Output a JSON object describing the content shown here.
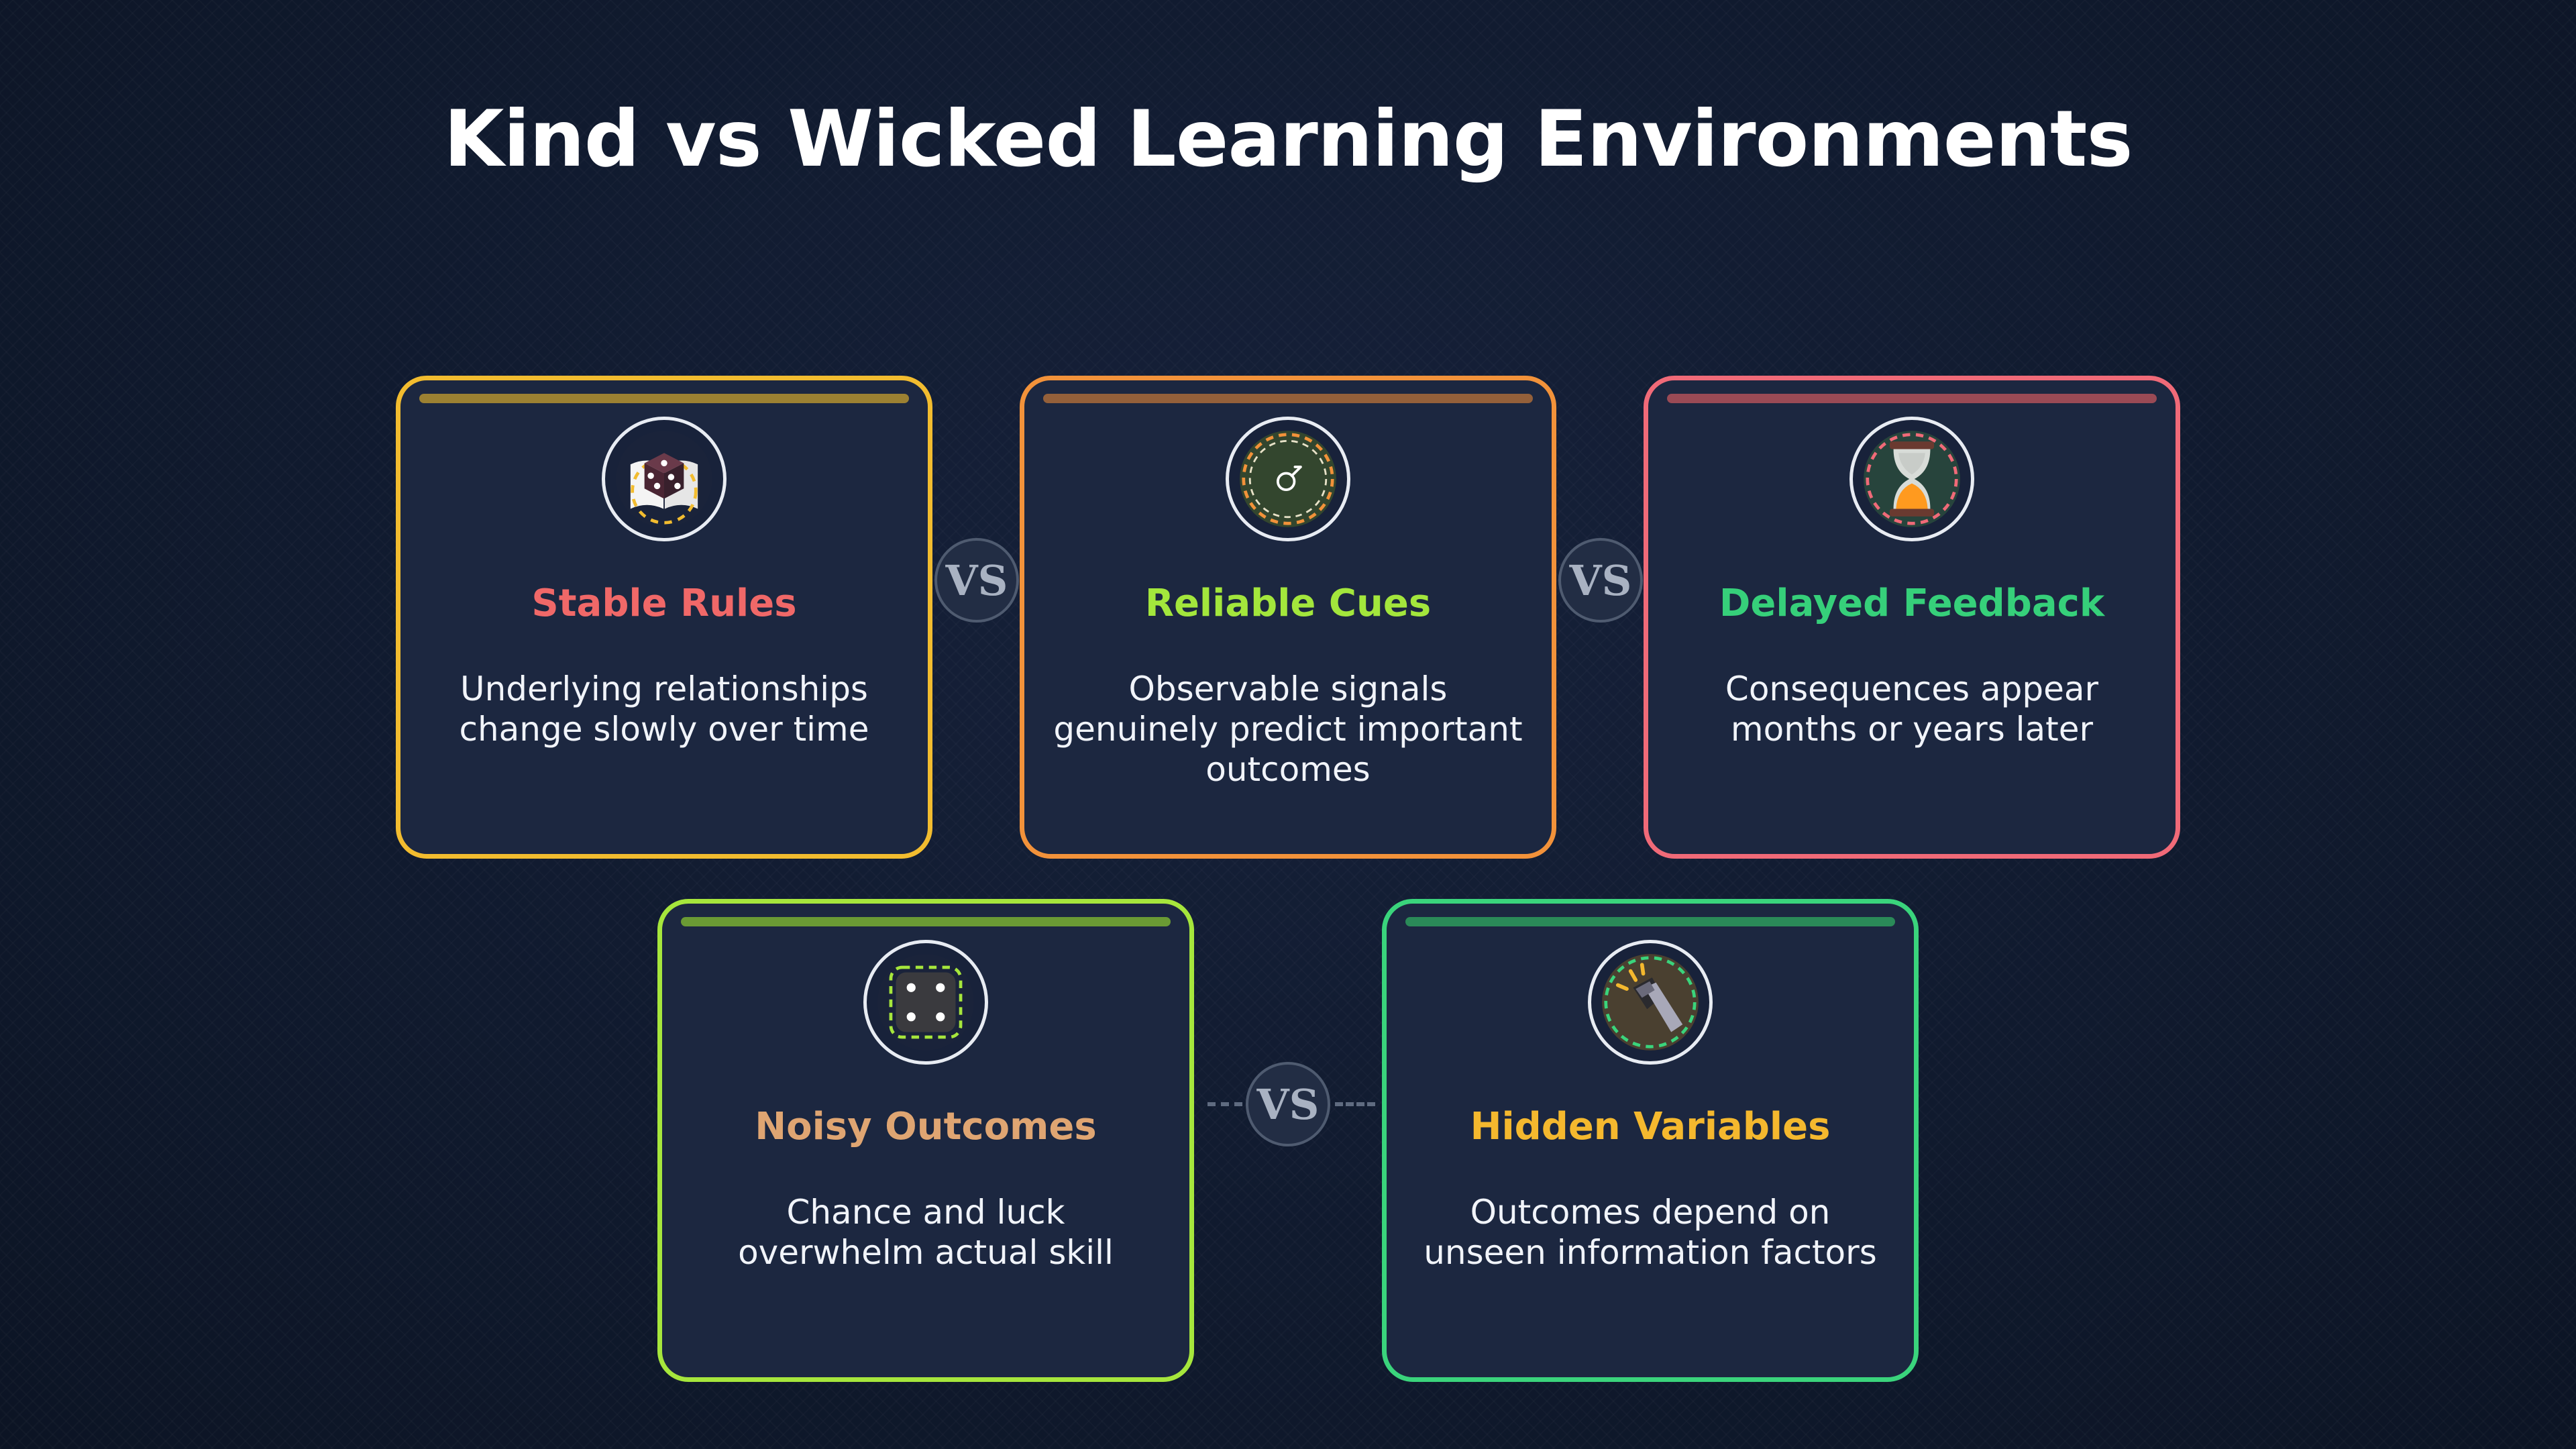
{
  "title": "Kind vs Wicked Learning Environments",
  "vs_label": "VS",
  "cards": [
    {
      "heading": "Stable Rules",
      "description": "Underlying relationships change slowly over time",
      "icon": "dice-book-icon",
      "border_color": "#f2bc2f",
      "bar_color": "#9c8132",
      "heading_color": "#f06868"
    },
    {
      "heading": "Reliable Cues",
      "description": "Observable signals genuinely predict important outcomes",
      "icon": "target-signal-icon",
      "border_color": "#f2923a",
      "bar_color": "#94603a",
      "heading_color": "#a3e63c"
    },
    {
      "heading": "Delayed Feedback",
      "description": "Consequences appear months or years later",
      "icon": "hourglass-icon",
      "border_color": "#f06a78",
      "bar_color": "#9a4a55",
      "heading_color": "#36d07a"
    },
    {
      "heading": "Noisy Outcomes",
      "description": "Chance and luck overwhelm actual skill",
      "icon": "dice-icon",
      "border_color": "#a6e63c",
      "bar_color": "#6a9a34",
      "heading_color": "#dfa572"
    },
    {
      "heading": "Hidden Variables",
      "description": "Outcomes depend on unseen information factors",
      "icon": "flashlight-icon",
      "border_color": "#3ad47c",
      "bar_color": "#2a8a58",
      "heading_color": "#f4b82e"
    }
  ]
}
